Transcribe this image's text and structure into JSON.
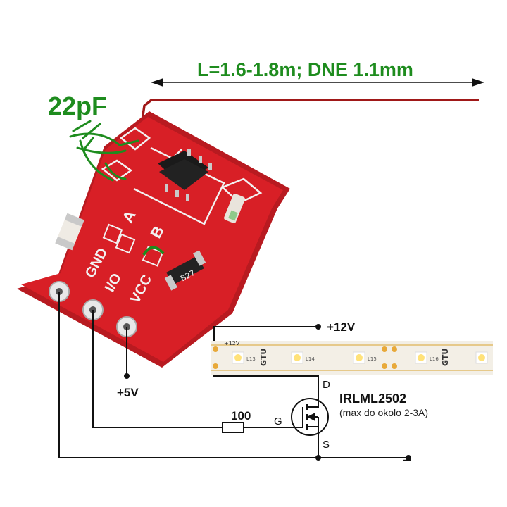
{
  "annotations": {
    "wire_length": "L=1.6-1.8m; DNE 1.1mm",
    "capacitor": "22pF"
  },
  "board": {
    "pad_a": "A",
    "pad_b": "B",
    "pin_labels": [
      "GND",
      "I/O",
      "VCC"
    ],
    "resistor_code": "B27"
  },
  "schematic": {
    "supply_12v": "+12V",
    "supply_5v": "+5V",
    "resistor_value": "100",
    "gate_label": "G",
    "drain_label": "D",
    "source_label": "S",
    "mosfet_part": "IRLML2502",
    "mosfet_note": "(max do okolo 2-3A)",
    "ground_symbol": "–"
  },
  "led_strip": {
    "marking": "GTU",
    "voltage_label": "+12V",
    "labels": [
      "L13",
      "L14",
      "L15",
      "L16"
    ]
  },
  "colors": {
    "annotation_green": "#1e8c1e",
    "board_red": "#d81f26",
    "wire_red": "#a01818",
    "line_black": "#111111"
  }
}
